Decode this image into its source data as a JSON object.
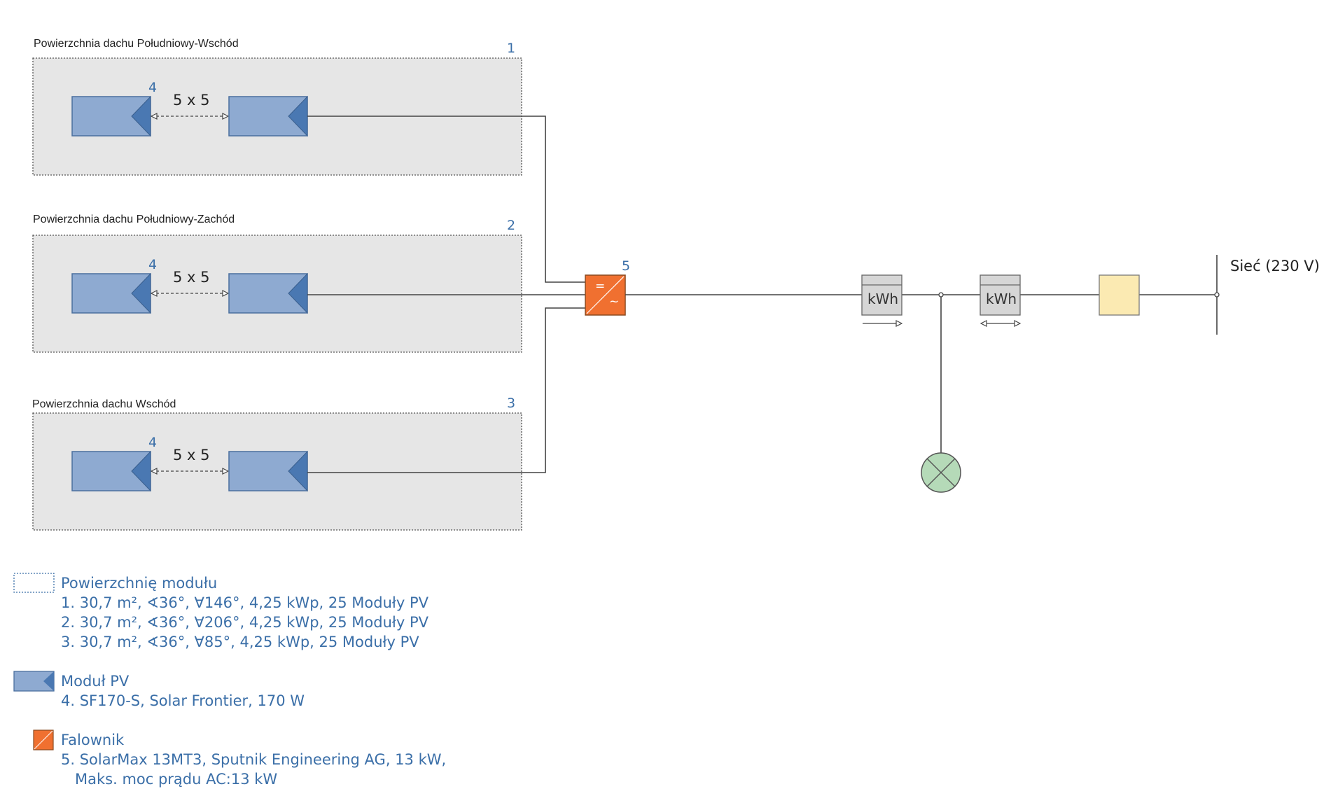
{
  "roofs": [
    {
      "title": "Powierzchnia dachu Południowy-Wschód",
      "number": "1",
      "module_ref": "4",
      "count_label": "5 x 5"
    },
    {
      "title": "Powierzchnia dachu Południowy-Zachód",
      "number": "2",
      "module_ref": "4",
      "count_label": "5 x 5"
    },
    {
      "title": "Powierzchnia dachu Wschód",
      "number": "3",
      "module_ref": "4",
      "count_label": "5 x 5"
    }
  ],
  "inverter": {
    "number": "5",
    "dc_symbol": "=",
    "ac_symbol": "~"
  },
  "meters": [
    {
      "label": "kWh",
      "direction": "one-way"
    },
    {
      "label": "kWh",
      "direction": "two-way"
    }
  ],
  "grid": {
    "label": "Sieć (230 V)"
  },
  "legend": {
    "module_area": {
      "title": "Powierzchnię modułu",
      "lines": [
        "1. 30,7 m², ∢36°, ∀146°, 4,25 kWp, 25 Moduły PV",
        "2. 30,7 m², ∢36°, ∀206°, 4,25 kWp, 25 Moduły PV",
        "3. 30,7 m², ∢36°, ∀85°, 4,25 kWp, 25 Moduły PV"
      ]
    },
    "pv_module": {
      "title": "Moduł PV",
      "lines": [
        "4. SF170-S, Solar Frontier, 170 W"
      ]
    },
    "inverter": {
      "title": "Falownik",
      "lines": [
        "5. SolarMax 13MT3, Sputnik Engineering AG, 13 kW,",
        "Maks. moc prądu AC:13 kW"
      ]
    }
  },
  "colors": {
    "roof_fill": "#e6e6e6",
    "module_fill": "#8eaad1",
    "module_dark": "#4a78b2",
    "inverter_fill": "#f07030",
    "meter_fill": "#d6d6d6",
    "distribution_fill": "#fbeab2",
    "load_fill": "#b5dab8",
    "legend_text": "#3b6fa8"
  }
}
